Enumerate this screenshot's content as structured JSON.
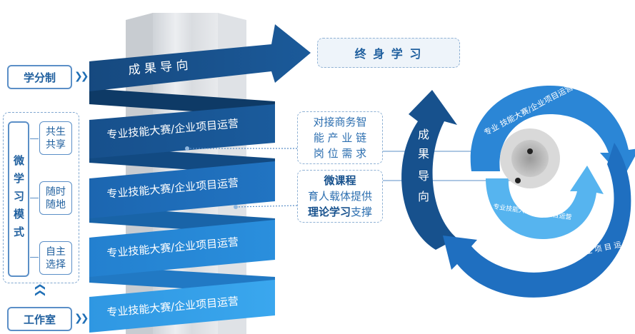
{
  "left": {
    "top_label": "学分制",
    "bottom_label": "工作室",
    "mode_title": "微学习模式",
    "modes": [
      "共生共享",
      "随时随地",
      "自主选择"
    ]
  },
  "ribbons": {
    "top": "成 果 导 向",
    "items": [
      "专业技能大赛/企业项目运营",
      "专业技能大赛/企业项目运营",
      "专业技能大赛/企业项目运营",
      "专业技能大赛/企业项目运营"
    ]
  },
  "goal": "终 身 学 习",
  "callouts": {
    "first": [
      "对接商务智",
      "能 产 业 链",
      "岗 位 需 求"
    ],
    "second_bold": "微课程",
    "second_line2": "育人载体提供",
    "second_line3_bold": "理论学习",
    "second_line3_rest": "支撑"
  },
  "cycle": {
    "arrow_text": [
      "成",
      "果",
      "导",
      "向"
    ],
    "outer_top": "专业 技能大赛/企业项目运营",
    "outer_bottom": "专 业 技 能 大 赛 / 企 业 项 目 运 营",
    "inner": "专业技能大赛/企业项目运营"
  },
  "colors": {
    "dark_blue": "#17518d",
    "mid_blue": "#1f78c8",
    "light_blue": "#3aa3ea"
  }
}
